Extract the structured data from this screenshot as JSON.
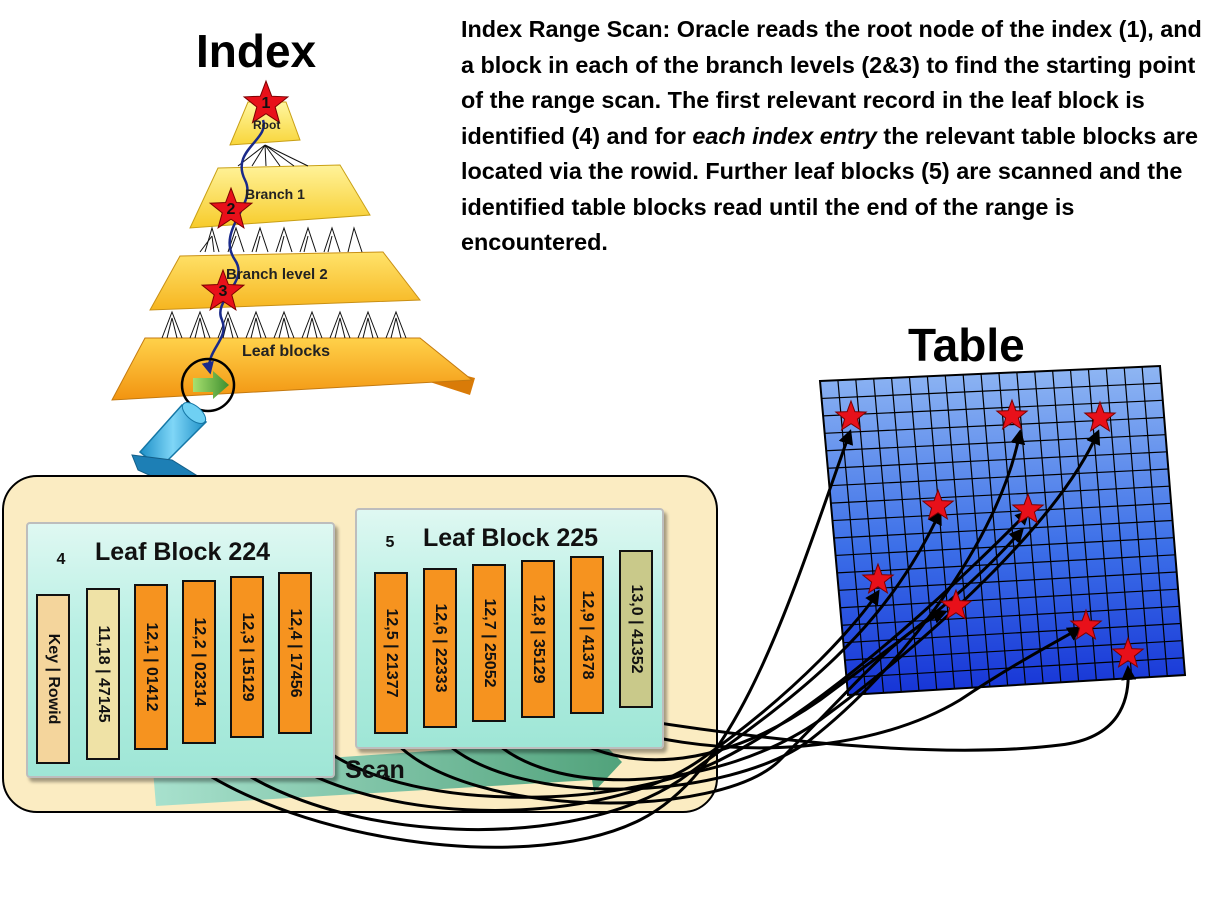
{
  "index_title": "Index",
  "table_title": "Table",
  "description": {
    "before_italic": "Index Range Scan: Oracle reads the root node of the index (1), and a block in each of the branch levels (2&3) to find the starting point of the range scan. The first relevant record in the leaf block is identified (4) and for ",
    "italic": "each index entry",
    "after_italic": " the relevant table blocks are located via the rowid.  Further leaf blocks (5) are scanned and the identified table blocks read until the end of the range is encountered."
  },
  "pyramid_levels": [
    "Root",
    "Branch 1",
    "Branch level 2",
    "Leaf blocks"
  ],
  "step_markers": [
    "1",
    "2",
    "3",
    "4",
    "5"
  ],
  "leaf_block_224": {
    "title": "Leaf Block 224",
    "entries": [
      "Key  | Rowid",
      "11,18 | 47145",
      "12,1 | 01412",
      "12,2 | 02314",
      "12,3 | 15129",
      "12,4 | 17456"
    ]
  },
  "leaf_block_225": {
    "title": "Leaf Block 225",
    "entries": [
      "12,5 | 21377",
      "12,6 | 22333",
      "12,7 | 25052",
      "12,8 | 35129",
      "12,9 | 41378",
      "13,0 | 41352"
    ]
  },
  "scan_label": "Scan",
  "colors": {
    "pyramid_top": "#fff27a",
    "pyramid_bottom": "#f39a12",
    "leaf_area": "#fbecc2",
    "panel": "#b6efe3",
    "entry_orange": "#f6931f",
    "table_blue": "#2f5cf0",
    "star_red": "#e8101a",
    "arrow_navy": "#1a2a8a"
  }
}
